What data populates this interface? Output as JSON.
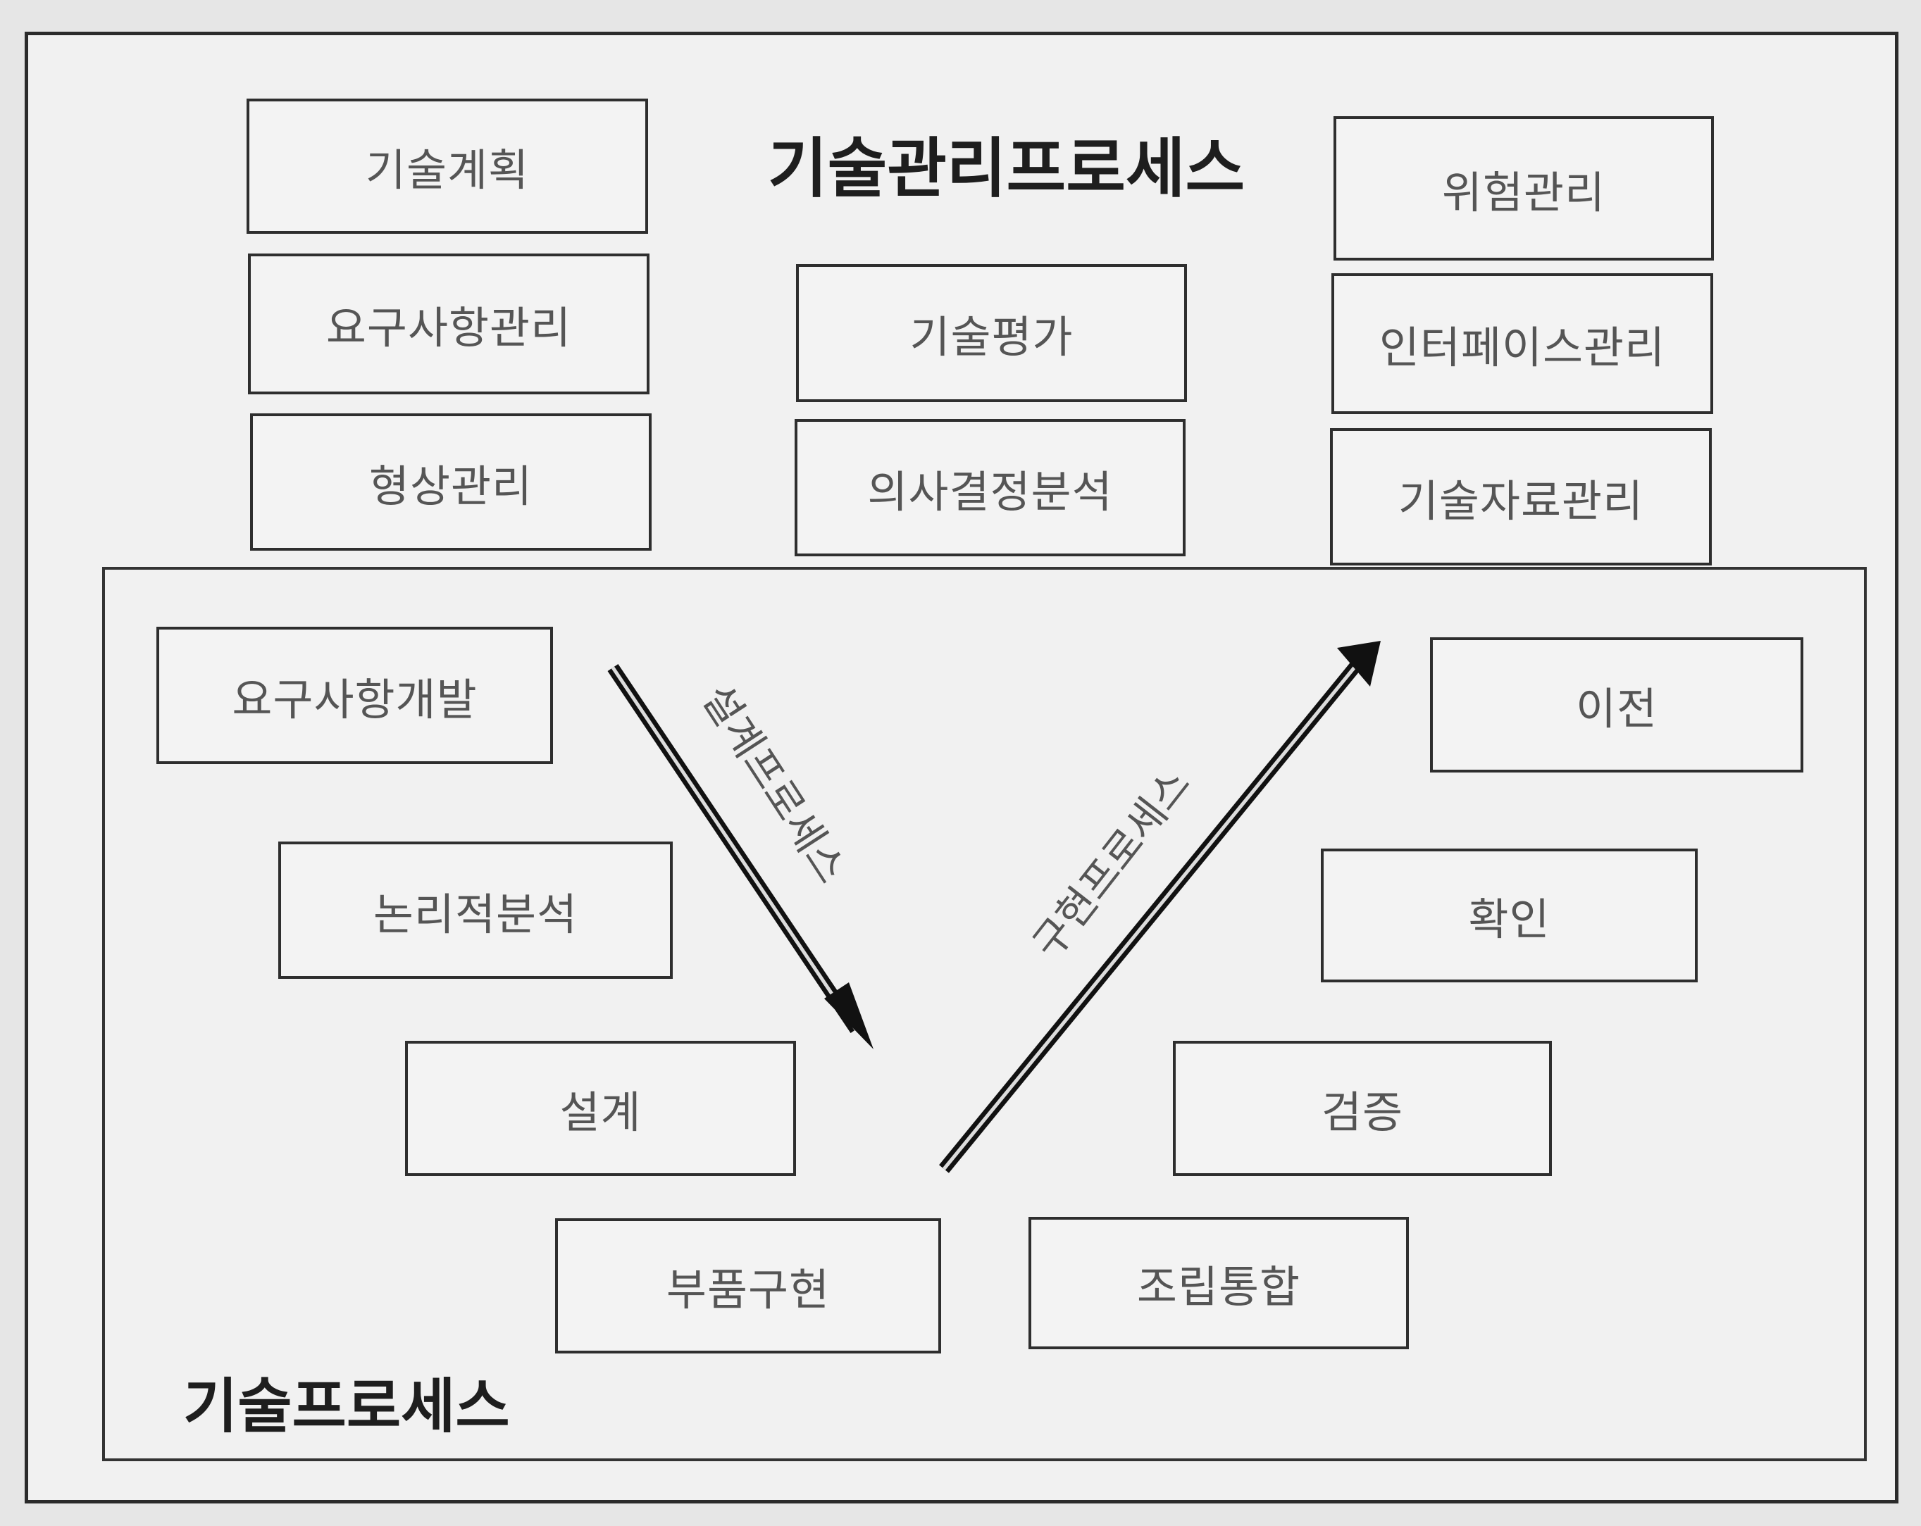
{
  "title": "기술관리프로세스",
  "management_boxes": {
    "left": [
      "기술계획",
      "요구사항관리",
      "형상관리"
    ],
    "center": [
      "기술평가",
      "의사결정분석"
    ],
    "right": [
      "위험관리",
      "인터페이스관리",
      "기술자료관리"
    ]
  },
  "technical_process": {
    "label": "기술프로세스",
    "design_side": [
      "요구사항개발",
      "논리적분석",
      "설계",
      "부품구현"
    ],
    "realization_side": [
      "조립통합",
      "검증",
      "확인",
      "이전"
    ],
    "design_arrow_label": "설계프로세스",
    "realization_arrow_label": "구현프로세스"
  }
}
